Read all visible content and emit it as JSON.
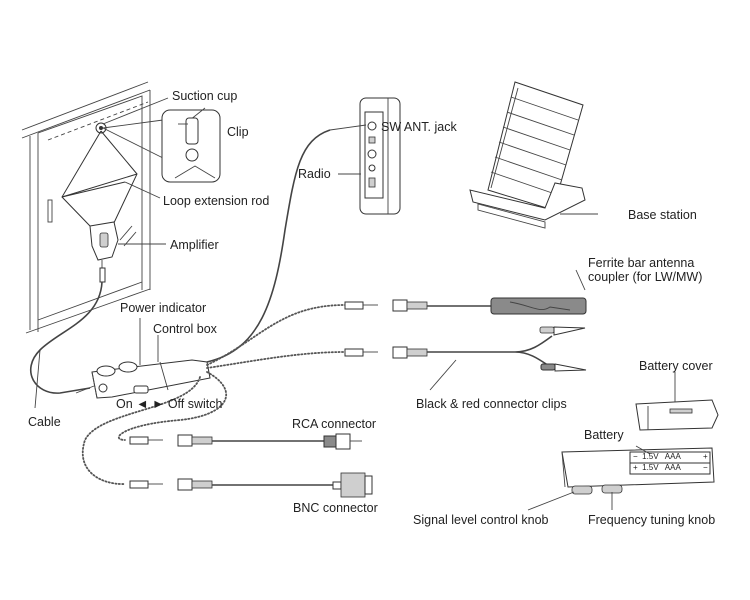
{
  "diagram": {
    "labels": {
      "suction_cup": "Suction cup",
      "clip": "Clip",
      "loop_extension_rod": "Loop extension rod",
      "amplifier": "Amplifier",
      "power_indicator": "Power indicator",
      "control_box": "Control box",
      "cable": "Cable",
      "on_off_switch": "On ◄ ► Off switch",
      "sw_ant_jack": "SW ANT. jack",
      "radio": "Radio",
      "base_station": "Base station",
      "ferrite_coupler_line1": "Ferrite bar antenna",
      "ferrite_coupler_line2": "coupler (for LW/MW)",
      "black_red_clips": "Black & red connector clips",
      "rca_connector": "RCA connector",
      "bnc_connector": "BNC connector",
      "battery_cover": "Battery cover",
      "battery": "Battery",
      "signal_level_knob": "Signal level control knob",
      "frequency_tuning_knob": "Frequency tuning knob"
    },
    "battery_markings": [
      {
        "left": "−",
        "text": "1.5V   AAA",
        "right": "+"
      },
      {
        "left": "+",
        "text": "1.5V   AAA",
        "right": "−"
      }
    ]
  }
}
